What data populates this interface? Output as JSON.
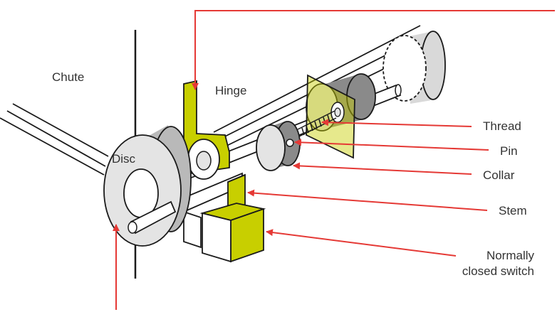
{
  "labels": {
    "chute": "Chute",
    "hinge": "Hinge",
    "disc": "Disc",
    "thread": "Thread",
    "pin": "Pin",
    "collar": "Collar",
    "stem": "Stem",
    "switch_line1": "Normally",
    "switch_line2": "closed switch"
  },
  "colors": {
    "arrow": "#e53935",
    "accent": "#c8cf00",
    "outline": "#1a1a1a",
    "light_grey": "#e4e4e4",
    "mid_grey": "#b9b9b9",
    "dark_grey": "#8a8a8a"
  }
}
